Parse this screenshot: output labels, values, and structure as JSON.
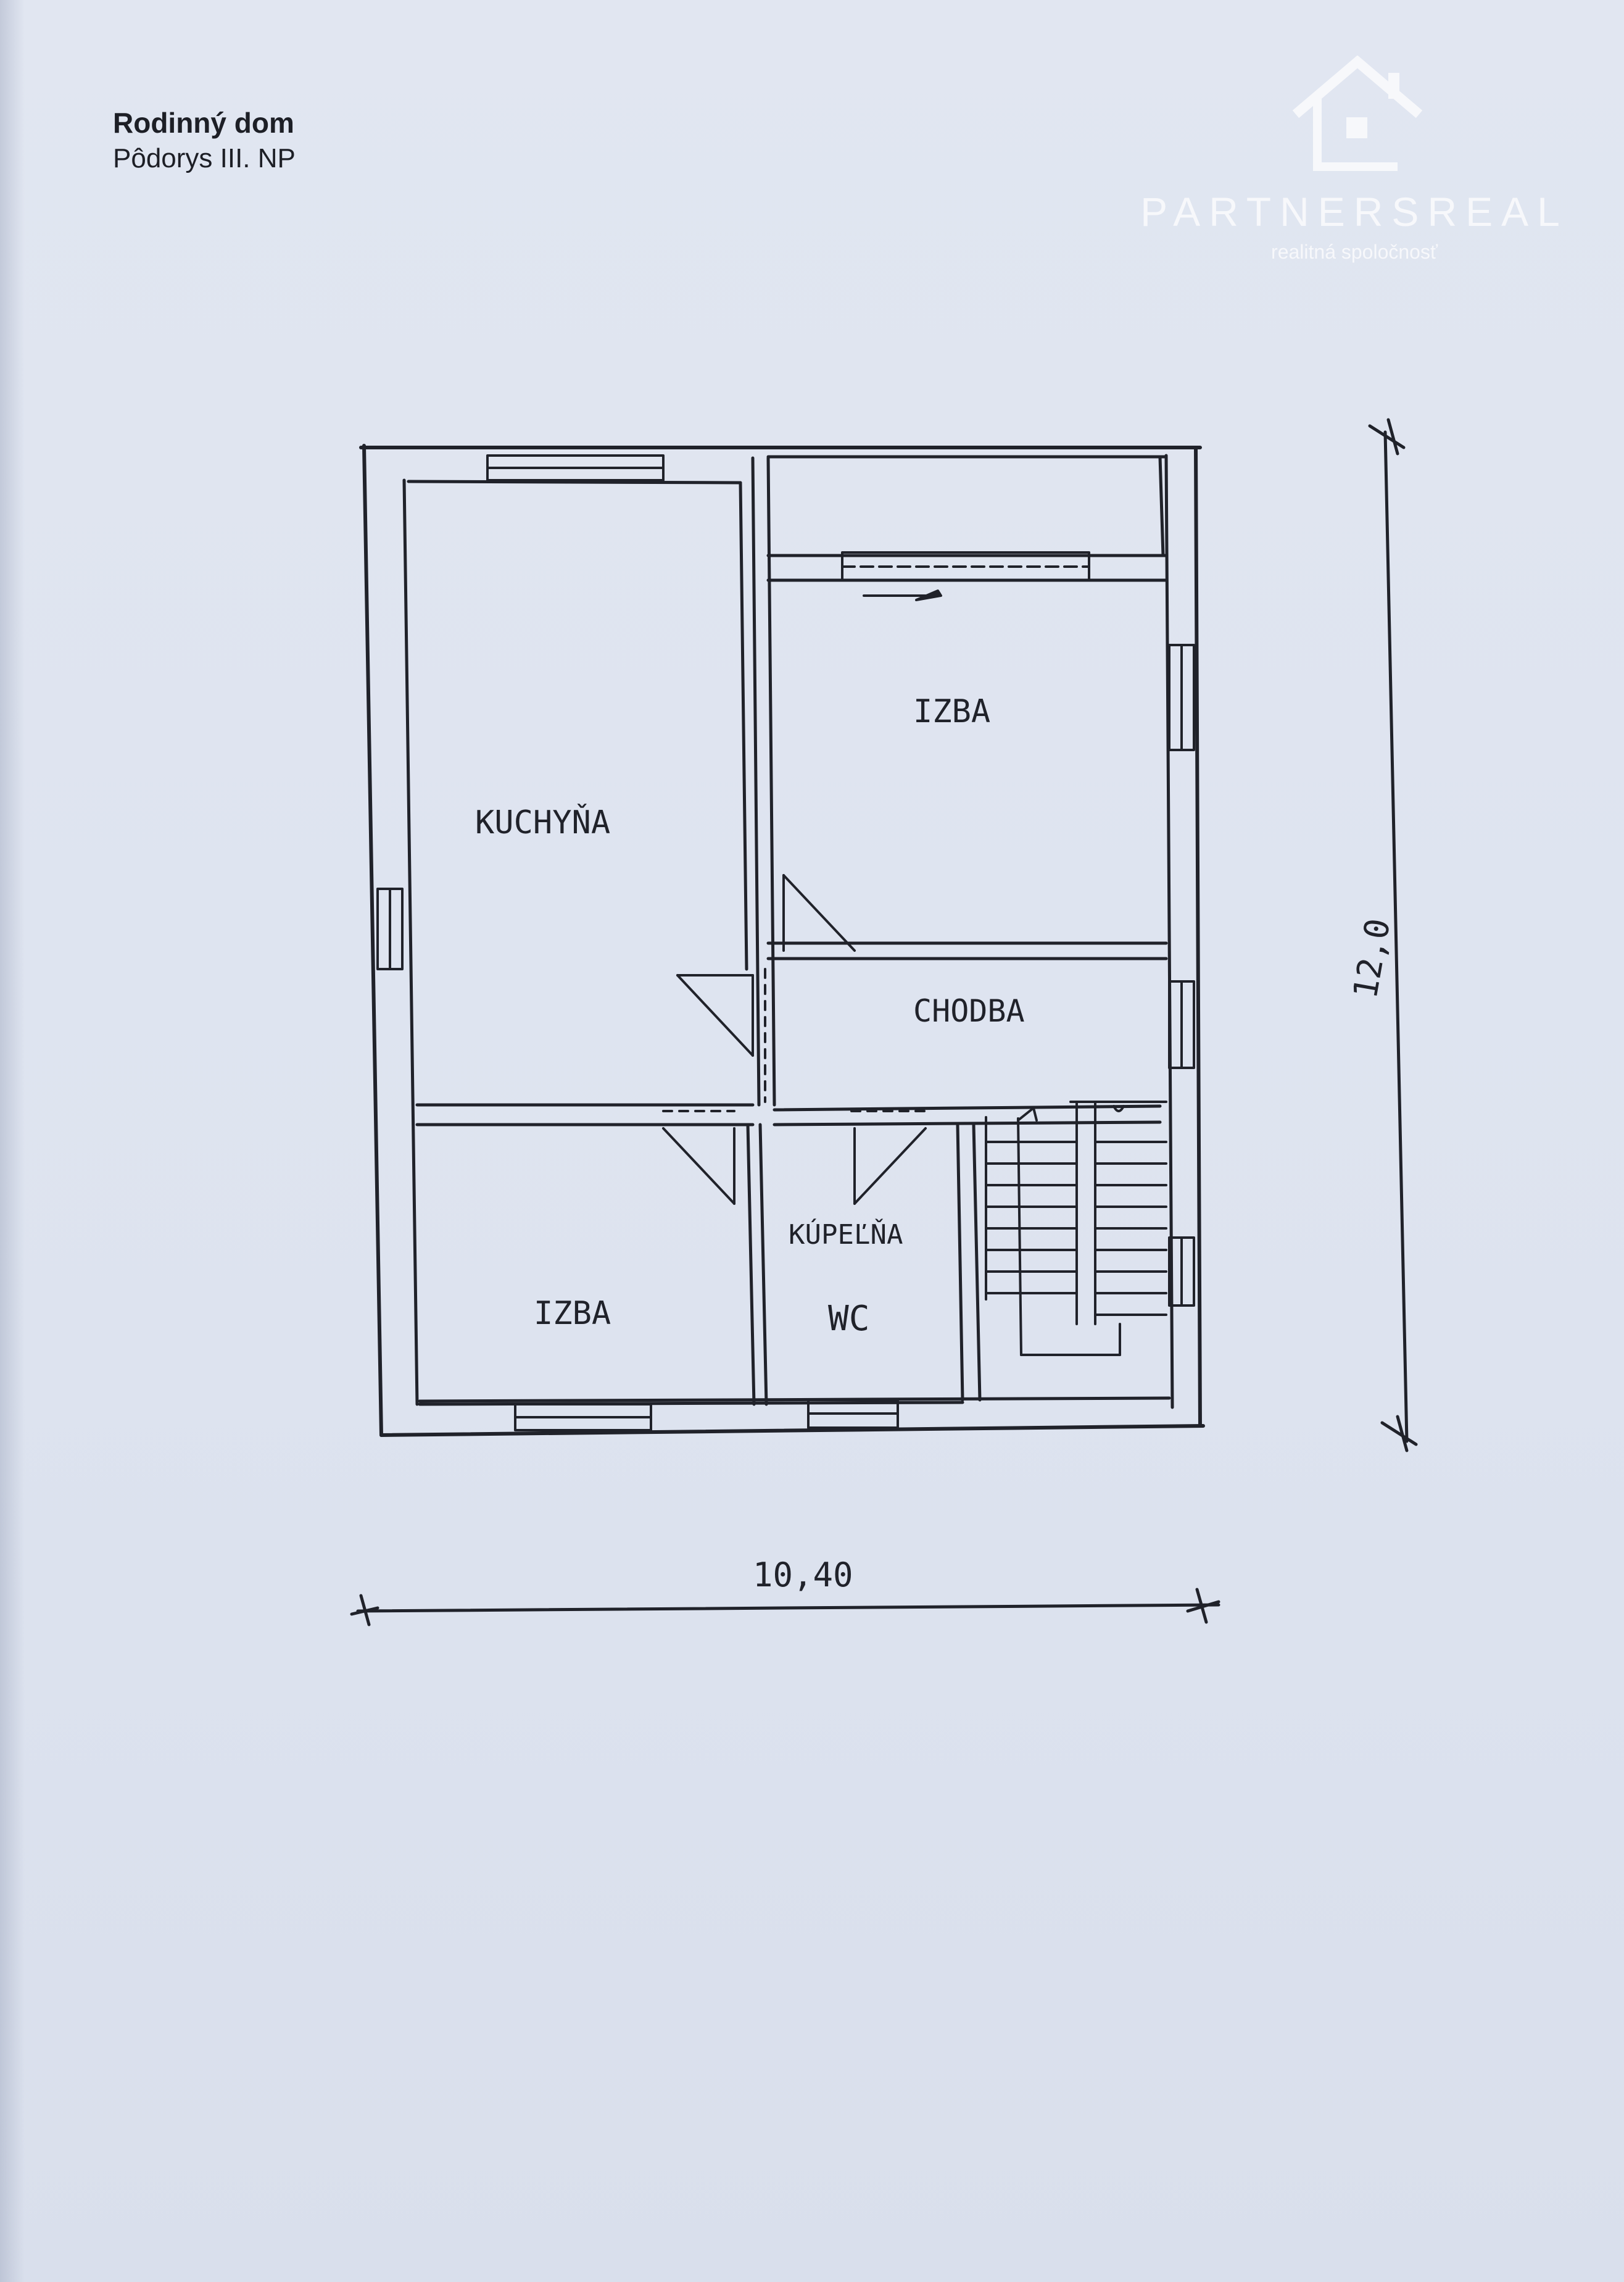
{
  "header": {
    "title": "Rodinný dom",
    "subtitle": "Pôdorys  III. NP"
  },
  "brand": {
    "name": "PARTNERSREAL",
    "tagline": "realitná spoločnosť",
    "logo_icon": "house-logo-icon",
    "color": "#f7f8fb"
  },
  "rooms": [
    {
      "id": "kitchen",
      "label": "KUCHYŇA"
    },
    {
      "id": "room-top",
      "label": "IZBA"
    },
    {
      "id": "hallway",
      "label": "CHODBA"
    },
    {
      "id": "room-bottom",
      "label": "IZBA"
    },
    {
      "id": "bathroom",
      "label": "KÚPEĽŇA"
    },
    {
      "id": "wc",
      "label": "WC"
    }
  ],
  "dimensions": {
    "width_label": "10,40",
    "height_label": "12,0"
  },
  "colors": {
    "paper": "#dfe4ef",
    "ink": "#20222a"
  }
}
